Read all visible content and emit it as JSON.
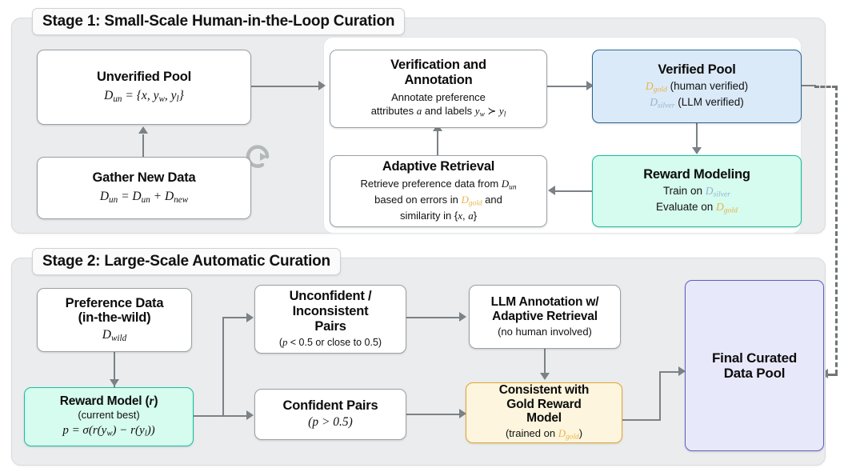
{
  "figure": {
    "type": "flowchart-diagram",
    "stages": [
      {
        "id": "stage1",
        "title": "Stage 1: Small-Scale Human-in-the-Loop Curation",
        "nodes": [
          {
            "id": "unverified-pool",
            "title": "Unverified Pool",
            "formula": "D_un = {x, y_w, y_l}"
          },
          {
            "id": "gather-new-data",
            "title": "Gather New Data",
            "formula": "D_un = D_un + D_new"
          },
          {
            "id": "verification-annotation",
            "title_line1": "Verification and",
            "title_line2": "Annotation",
            "sub_line1": "Annotate preference",
            "sub_line2": "attributes a and labels y_w ≻ y_l"
          },
          {
            "id": "adaptive-retrieval",
            "title": "Adaptive Retrieval",
            "sub_line1": "Retrieve preference data from D_un",
            "sub_line2": "based on errors in D_gold and",
            "sub_line3": "similarity in {x, a}"
          },
          {
            "id": "verified-pool",
            "title": "Verified Pool",
            "sub_line1": "D_gold (human verified)",
            "sub_line2": "D_silver (LLM verified)"
          },
          {
            "id": "reward-modeling",
            "title": "Reward Modeling",
            "sub_line1": "Train on D_silver",
            "sub_line2": "Evaluate on D_gold"
          }
        ]
      },
      {
        "id": "stage2",
        "title": "Stage 2: Large-Scale Automatic Curation",
        "nodes": [
          {
            "id": "preference-data",
            "title_line1": "Preference Data",
            "title_line2": "(in-the-wild)",
            "formula": "D_wild"
          },
          {
            "id": "reward-model",
            "title": "Reward Model (r)",
            "sub_line1": "(current best)",
            "formula": "p = σ(r(y_w) − r(y_l))"
          },
          {
            "id": "unconfident-pairs",
            "title_line1": "Unconfident /",
            "title_line2": "Inconsistent",
            "title_line3": "Pairs",
            "sub_line1": "(p < 0.5 or close to 0.5)"
          },
          {
            "id": "confident-pairs",
            "title": "Confident Pairs",
            "sub_line1": "(p > 0.5)"
          },
          {
            "id": "llm-annotation",
            "title_line1": "LLM Annotation w/",
            "title_line2": "Adaptive Retrieval",
            "sub_line1": "(no human involved)"
          },
          {
            "id": "consistent-gold",
            "title_line1": "Consistent with",
            "title_line2": "Gold Reward",
            "title_line3": "Model",
            "sub_line1": "(trained on D_gold)"
          },
          {
            "id": "final-pool",
            "title_line1": "Final Curated",
            "title_line2": "Data Pool"
          }
        ]
      }
    ],
    "symbols": {
      "d": "D",
      "sub_un": "un",
      "sub_new": "new",
      "sub_gold": "gold",
      "sub_silver": "silver",
      "sub_wild": "wild",
      "sub_w": "w",
      "sub_l": "l",
      "x": "x",
      "a": "a",
      "y": "y",
      "r": "r",
      "p": "p",
      "sigma": "σ",
      "succ": "≻",
      "eq": "=",
      "plus": "+",
      "lt": "<",
      "gt": ">",
      "minus": "−",
      "loop_icon": "loop-arrow-icon"
    },
    "colors": {
      "panel_bg": "#eaeced",
      "node_border_default": "#9aa0a4",
      "verified_pool_bg": "#dbeaf8",
      "verified_pool_border": "#2c6591",
      "reward_modeling_bg": "#d6fbef",
      "reward_modeling_border": "#17bfa0",
      "consistent_gold_bg": "#fdf5dd",
      "consistent_gold_border": "#e1a830",
      "final_pool_bg": "#e8e8fb",
      "final_pool_border": "#5f5fc4",
      "gold_text": "#e7b44a",
      "silver_text": "#92b6cf",
      "connector": "#7b8185"
    }
  }
}
